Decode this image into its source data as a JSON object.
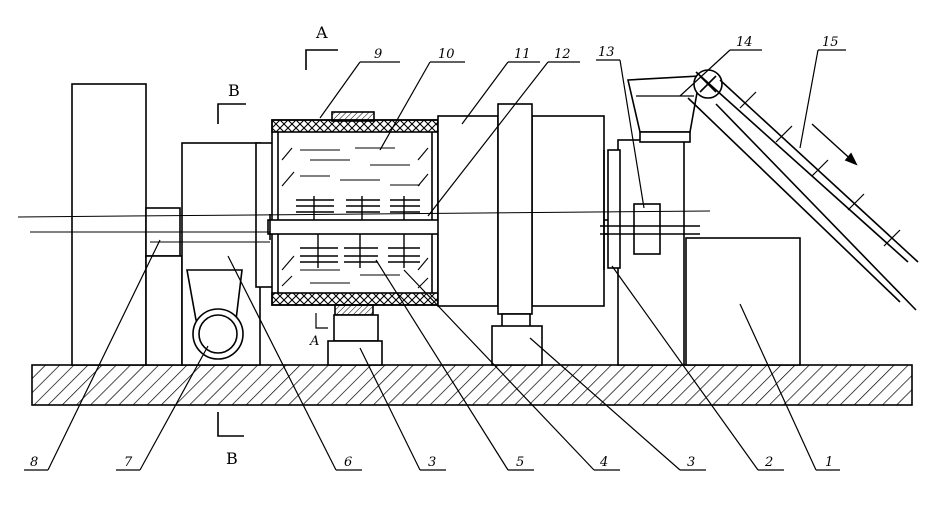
{
  "section_labels": {
    "top_a": "A",
    "top_b": "B",
    "bottom_b": "B",
    "small_a": "A"
  },
  "part_numbers": [
    "1",
    "2",
    "3",
    "4",
    "5",
    "3",
    "6",
    "7",
    "8",
    "9",
    "10",
    "11",
    "12",
    "13",
    "14",
    "15"
  ]
}
